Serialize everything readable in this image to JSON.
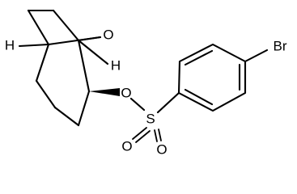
{
  "molecule": {
    "atoms": {
      "h_bridgehead_left": "H",
      "o_bridge": "O",
      "h_bridgehead_right": "H",
      "o_ester": "O",
      "s_sulfonyl": "S",
      "o_sulfonyl_1": "O",
      "o_sulfonyl_2": "O",
      "br": "Br"
    }
  }
}
